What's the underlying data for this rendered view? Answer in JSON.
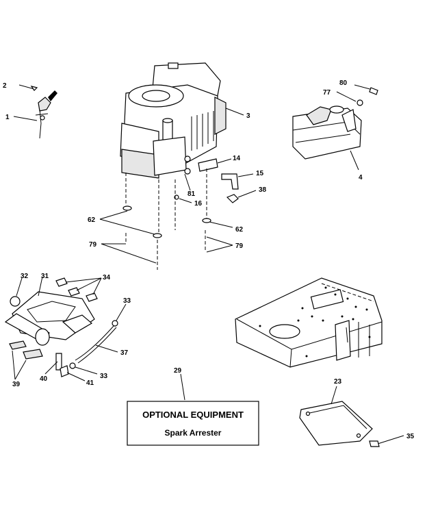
{
  "labels": {
    "l2": "2",
    "l1": "1",
    "l3": "3",
    "l80": "80",
    "l77": "77",
    "l4": "4",
    "l14": "14",
    "l15": "15",
    "l38": "38",
    "l81": "81",
    "l16": "16",
    "l62a": "62",
    "l62b": "62",
    "l79a": "79",
    "l79b": "79",
    "l32": "32",
    "l31": "31",
    "l34": "34",
    "l33a": "33",
    "l33b": "33",
    "l37": "37",
    "l39": "39",
    "l40": "40",
    "l41": "41",
    "l29": "29",
    "l23": "23",
    "l35": "35"
  },
  "optional_box": {
    "title": "OPTIONAL EQUIPMENT",
    "subtitle": "Spark Arrester"
  }
}
